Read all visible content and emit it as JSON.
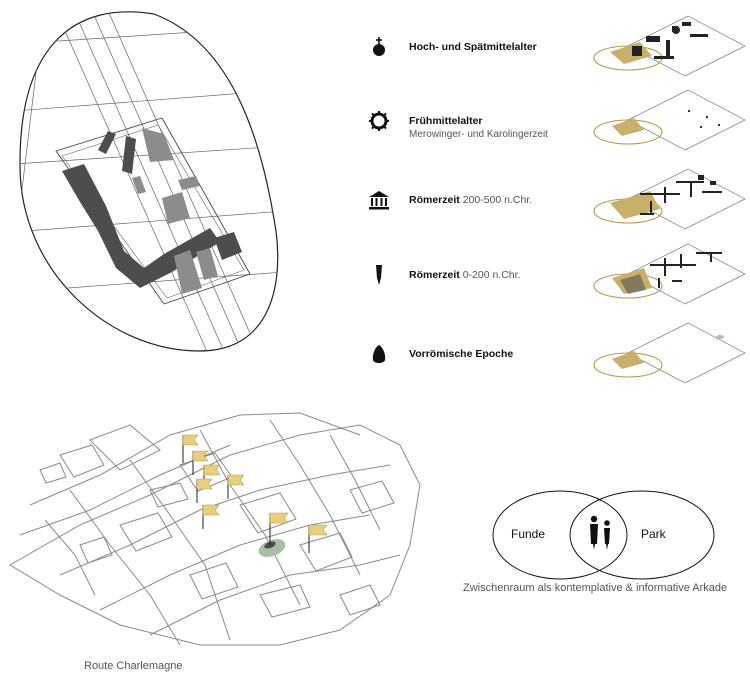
{
  "eras": [
    {
      "title": "Hoch- und Spätmittelalter",
      "range": "",
      "subtitle": "",
      "icon": "orb-cross-icon"
    },
    {
      "title": "Frühmittelalter",
      "range": "",
      "subtitle": "Merowinger- und Karolingerzeit",
      "icon": "octagon-ring-icon"
    },
    {
      "title": "Römerzeit",
      "range": "200-500 n.Chr.",
      "subtitle": "",
      "icon": "temple-icon"
    },
    {
      "title": "Römerzeit",
      "range": "0-200 n.Chr.",
      "subtitle": "",
      "icon": "stylus-icon"
    },
    {
      "title": "Vorrömische Epoche",
      "range": "",
      "subtitle": "",
      "icon": "stone-icon"
    }
  ],
  "venn": {
    "left_label": "Funde",
    "right_label": "Park"
  },
  "venn_caption": "Zwischenraum als kontemplative & informative Arkade",
  "map_caption": "Route Charlemagne",
  "colors": {
    "flag": "#e7cf7e",
    "gold": "#b89a4c",
    "dark_mass": "#4d4d4d",
    "park": "#a9bfa4"
  }
}
